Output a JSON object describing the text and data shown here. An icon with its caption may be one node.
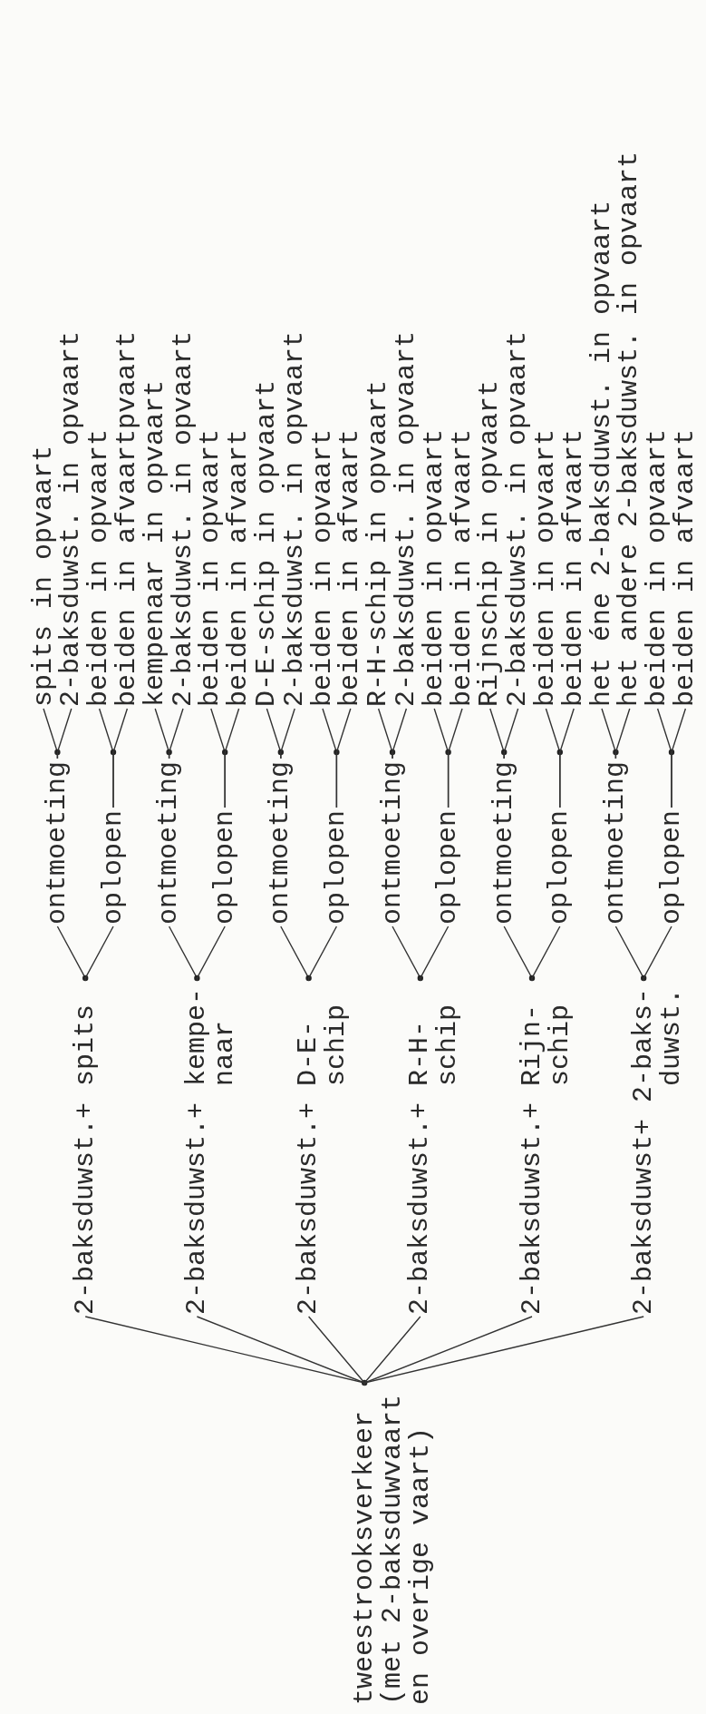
{
  "diagram": {
    "nodes": [
      {
        "text": [
          "tweestrooksverkeer (met 2-baksduwvaart en overige vaart)"
        ]
      },
      {
        "text": [
          "2-baksduwst.+ spits"
        ]
      },
      {
        "text": [
          "ontmoeting"
        ]
      },
      {
        "text": [
          "spits in opvaart"
        ]
      },
      {
        "text": [
          "2-baksduwst. in opvaart"
        ]
      },
      {
        "text": [
          "oplopen"
        ]
      },
      {
        "text": [
          "beiden in opvaart"
        ]
      },
      {
        "text": [
          "beiden in afvaartpvaart"
        ]
      },
      {
        "text": [
          "2-baksduwst.+ kempe- naar"
        ]
      },
      {
        "text": [
          "ontmoeting"
        ]
      },
      {
        "text": [
          "kempenaar in opvaart"
        ]
      },
      {
        "text": [
          "2-baksduwst. in opvaart"
        ]
      },
      {
        "text": [
          "oplopen"
        ]
      },
      {
        "text": [
          "beiden in opvaart"
        ]
      },
      {
        "text": [
          "beiden in afvaart"
        ]
      },
      {
        "text": [
          "2-baksduwst.+ D-E- schip"
        ]
      },
      {
        "text": [
          "ontmoeting"
        ]
      },
      {
        "text": [
          "D-E-schip in opvaart"
        ]
      },
      {
        "text": [
          "2-baksduwst. in opvaart"
        ]
      },
      {
        "text": [
          "oplopen"
        ]
      },
      {
        "text": [
          "beiden in opvaart"
        ]
      },
      {
        "text": [
          "beiden in afvaart"
        ]
      },
      {
        "text": [
          "2-baksduwst.+ R-H- schip"
        ]
      },
      {
        "text": [
          "ontmoeting"
        ]
      },
      {
        "text": [
          "R-H-schip in opvaart"
        ]
      },
      {
        "text": [
          "2-baksduwst. in opvaart"
        ]
      },
      {
        "text": [
          "oplopen"
        ]
      },
      {
        "text": [
          "beiden in opvaart"
        ]
      },
      {
        "text": [
          "beiden in afvaart"
        ]
      },
      {
        "text": [
          "2-baksduwst.+ Rijn- schip"
        ]
      },
      {
        "text": [
          "ontmoeting"
        ]
      },
      {
        "text": [
          "Rijnschip in opvaart"
        ]
      },
      {
        "text": [
          "2-baksduwst. in opvaart"
        ]
      },
      {
        "text": [
          "oplopen"
        ]
      },
      {
        "text": [
          "beiden in opvaart"
        ]
      },
      {
        "text": [
          "beiden in afvaart"
        ]
      },
      {
        "text": [
          "2-baksduwst+ 2-baks- duwst."
        ]
      },
      {
        "text": [
          "ontmoeting"
        ]
      },
      {
        "text": [
          "het éne 2-baksduwst. in opvaart"
        ]
      },
      {
        "text": [
          "het andere 2-baksduwst. in opvaart"
        ]
      },
      {
        "text": [
          "oplopen"
        ]
      },
      {
        "text": [
          "beiden in opvaart"
        ]
      },
      {
        "text": [
          "beiden in afvaart"
        ]
      }
    ],
    "edges": [
      {
        "from": 0,
        "to": 1,
        "arrow": "none"
      },
      {
        "from": 0,
        "to": 8,
        "arrow": "none"
      },
      {
        "from": 0,
        "to": 15,
        "arrow": "none"
      },
      {
        "from": 0,
        "to": 22,
        "arrow": "none"
      },
      {
        "from": 0,
        "to": 29,
        "arrow": "none"
      },
      {
        "from": 0,
        "to": 36,
        "arrow": "none"
      },
      {
        "from": 1,
        "to": 2,
        "arrow": "none"
      },
      {
        "from": 1,
        "to": 5,
        "arrow": "none"
      },
      {
        "from": 2,
        "to": 3,
        "arrow": "none"
      },
      {
        "from": 2,
        "to": 4,
        "arrow": "none"
      },
      {
        "from": 5,
        "to": 6,
        "arrow": "none"
      },
      {
        "from": 5,
        "to": 7,
        "arrow": "none"
      },
      {
        "from": 8,
        "to": 9,
        "arrow": "none"
      },
      {
        "from": 8,
        "to": 12,
        "arrow": "none"
      },
      {
        "from": 9,
        "to": 10,
        "arrow": "none"
      },
      {
        "from": 9,
        "to": 11,
        "arrow": "none"
      },
      {
        "from": 12,
        "to": 13,
        "arrow": "none"
      },
      {
        "from": 12,
        "to": 14,
        "arrow": "none"
      },
      {
        "from": 15,
        "to": 16,
        "arrow": "none"
      },
      {
        "from": 15,
        "to": 19,
        "arrow": "none"
      },
      {
        "from": 16,
        "to": 17,
        "arrow": "none"
      },
      {
        "from": 16,
        "to": 18,
        "arrow": "none"
      },
      {
        "from": 19,
        "to": 20,
        "arrow": "none"
      },
      {
        "from": 19,
        "to": 21,
        "arrow": "none"
      },
      {
        "from": 22,
        "to": 23,
        "arrow": "none"
      },
      {
        "from": 22,
        "to": 26,
        "arrow": "none"
      },
      {
        "from": 23,
        "to": 24,
        "arrow": "none"
      },
      {
        "from": 23,
        "to": 25,
        "arrow": "none"
      },
      {
        "from": 26,
        "to": 27,
        "arrow": "none"
      },
      {
        "from": 26,
        "to": 28,
        "arrow": "none"
      },
      {
        "from": 29,
        "to": 30,
        "arrow": "none"
      },
      {
        "from": 29,
        "to": 33,
        "arrow": "none"
      },
      {
        "from": 30,
        "to": 31,
        "arrow": "none"
      },
      {
        "from": 30,
        "to": 32,
        "arrow": "none"
      },
      {
        "from": 33,
        "to": 34,
        "arrow": "none"
      },
      {
        "from": 33,
        "to": 35,
        "arrow": "none"
      },
      {
        "from": 36,
        "to": 37,
        "arrow": "none"
      },
      {
        "from": 36,
        "to": 40,
        "arrow": "none"
      },
      {
        "from": 37,
        "to": 38,
        "arrow": "none"
      },
      {
        "from": 37,
        "to": 39,
        "arrow": "none"
      },
      {
        "from": 40,
        "to": 41,
        "arrow": "none"
      },
      {
        "from": 40,
        "to": 42,
        "arrow": "none"
      }
    ]
  }
}
